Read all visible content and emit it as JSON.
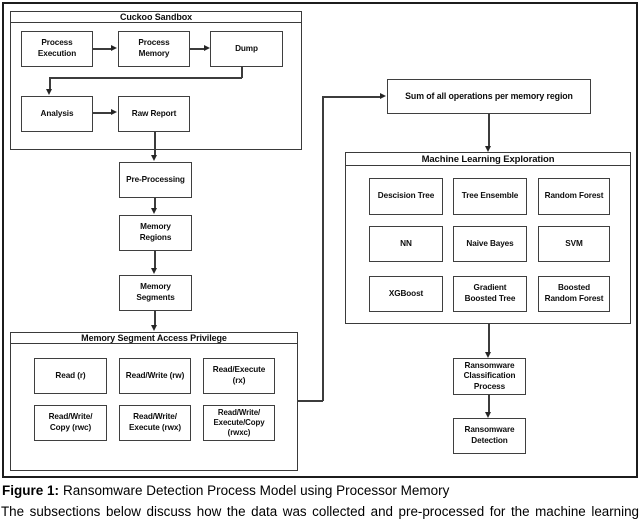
{
  "colors": {
    "ink": "#3a3a3a",
    "border": "#1c1c1c",
    "background": "#ffffff"
  },
  "diagram": {
    "cuckoo": {
      "title": "Cuckoo Sandbox",
      "process_execution": "Process\nExecution",
      "process_memory": "Process\nMemory",
      "dump": "Dump",
      "analysis": "Analysis",
      "raw_report": "Raw Report"
    },
    "pipeline": {
      "pre_processing": "Pre-Processing",
      "memory_regions": "Memory\nRegions",
      "memory_segments": "Memory\nSegments"
    },
    "msap": {
      "title": "Memory Segment Access Privilege",
      "read_r": "Read (r)",
      "read_write": "Read/Write (rw)",
      "read_execute": "Read/Execute\n(rx)",
      "read_write_copy": "Read/Write/\nCopy (rwc)",
      "read_write_execute": "Read/Write/\nExecute (rwx)",
      "read_write_execute_copy": "Read/Write/\nExecute/Copy\n(rwxc)"
    },
    "sum_box": "Sum of all operations per memory region",
    "mle": {
      "title": "Machine Learning Exploration",
      "decision_tree": "Descision Tree",
      "tree_ensemble": "Tree Ensemble",
      "random_forest": "Random Forest",
      "nn": "NN",
      "naive_bayes": "Naive Bayes",
      "svm": "SVM",
      "xgboost": "XGBoost",
      "gradient_boosted_tree": "Gradient\nBoosted Tree",
      "boosted_random_forest": "Boosted\nRandom Forest"
    },
    "classification": "Ransomware\nClassification\nProcess",
    "detection": "Ransomware\nDetection"
  },
  "caption": {
    "label": "Figure 1:",
    "text": "Ransomware Detection Process Model using Processor Memory"
  },
  "body_text": "The subsections below discuss how the data was collected and pre-processed for the machine learning"
}
